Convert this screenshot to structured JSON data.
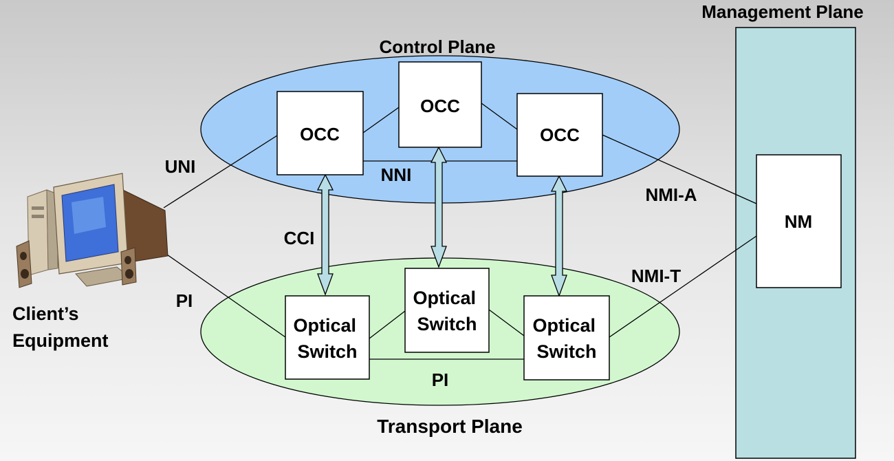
{
  "planes": {
    "management": "Management Plane",
    "control": "Control Plane",
    "transport": "Transport Plane"
  },
  "nodes": {
    "occ_left": "OCC",
    "occ_center": "OCC",
    "occ_right": "OCC",
    "switch_left": [
      "Optical",
      "Switch"
    ],
    "switch_center": [
      "Optical",
      "Switch"
    ],
    "switch_right": [
      "Optical",
      "Switch"
    ],
    "nm": "NM"
  },
  "interfaces": {
    "uni": "UNI",
    "nni": "NNI",
    "cci": "CCI",
    "pi_client": "PI",
    "pi_transport": "PI",
    "nmi_a": "NMI-A",
    "nmi_t": "NMI-T"
  },
  "client": [
    "Client’s",
    "Equipment"
  ],
  "colors": {
    "control_plane": "#a2cdf8",
    "transport_plane": "#d2f7cf",
    "management_plane": "#b9dfe3",
    "cci_arrow": "#b9dde4"
  },
  "icons": {
    "client": "desktop-computer-icon"
  }
}
